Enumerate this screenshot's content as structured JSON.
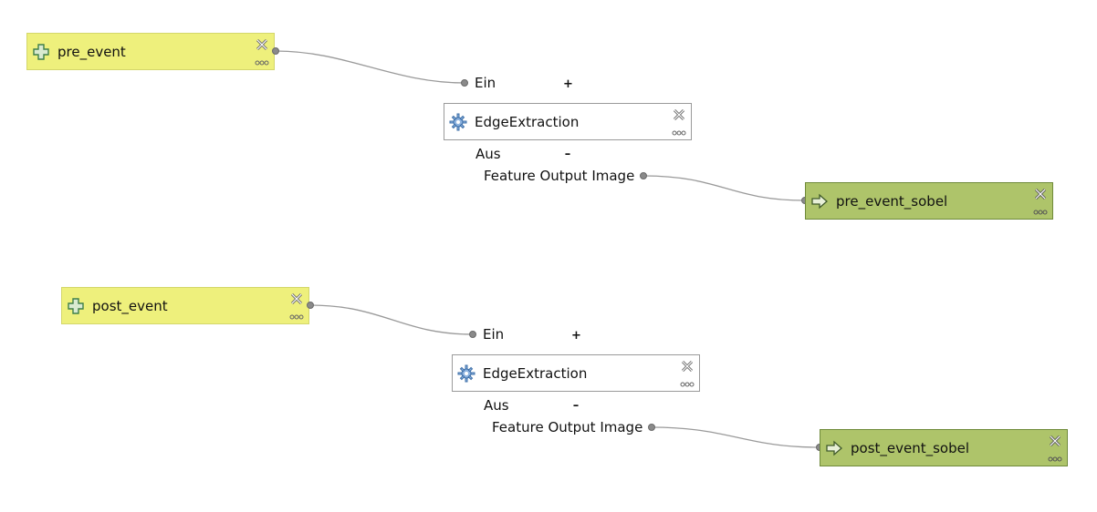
{
  "colors": {
    "input": "#eef07c",
    "algorithm": "#ffffff",
    "output": "#aec46a",
    "link": "#9a9a9a"
  },
  "groups": [
    {
      "input": {
        "label": "pre_event",
        "icon": "plus-input-icon"
      },
      "algorithm": {
        "label": "EdgeExtraction",
        "icon": "gear-icon",
        "in_label": "Ein",
        "in_toggle": "+",
        "out_label": "Aus",
        "out_toggle": "–",
        "output_param": "Feature Output Image"
      },
      "output": {
        "label": "pre_event_sobel",
        "icon": "arrow-output-icon"
      }
    },
    {
      "input": {
        "label": "post_event",
        "icon": "plus-input-icon"
      },
      "algorithm": {
        "label": "EdgeExtraction",
        "icon": "gear-icon",
        "in_label": "Ein",
        "in_toggle": "+",
        "out_label": "Aus",
        "out_toggle": "–",
        "output_param": "Feature Output Image"
      },
      "output": {
        "label": "post_event_sobel",
        "icon": "arrow-output-icon"
      }
    }
  ]
}
